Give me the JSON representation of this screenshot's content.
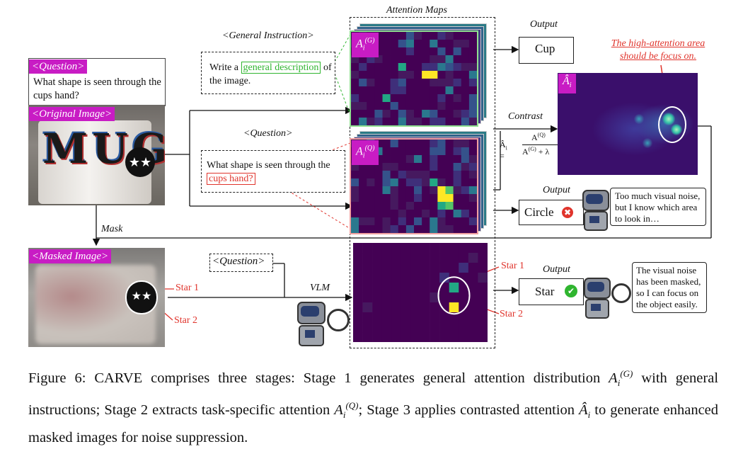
{
  "header": {
    "attention_maps": "Attention Maps"
  },
  "left": {
    "question_tag": "<Question>",
    "question_text": "What shape is seen through the cups hand?",
    "original_tag": "<Original Image>",
    "mug_letters": "MUG",
    "mask_label": "Mask",
    "masked_tag": "<Masked Image>",
    "star1": "Star 1",
    "star2": "Star 2"
  },
  "stage1": {
    "tag": "<General Instruction>",
    "text_before": "Write a",
    "highlight": "general description",
    "text_after": "of the image.",
    "map_label": "A",
    "map_sup": "(G)",
    "map_sub": "i"
  },
  "stage2": {
    "tag": "<Question>",
    "text_before": "What shape is seen through the",
    "highlight": "cups hand?",
    "map_label": "A",
    "map_sup": "(Q)",
    "map_sub": "i"
  },
  "stage3": {
    "question_tag": "<Question>",
    "vlm_label": "VLM",
    "star1": "Star 1",
    "star2": "Star 2"
  },
  "outputs": {
    "output_label": "Output",
    "cup": "Cup",
    "circle": "Circle",
    "star": "Star",
    "contrast": "Contrast"
  },
  "contrast_map": {
    "label": "Â",
    "sub": "i",
    "annotation_line1": "The high-attention area",
    "annotation_line2": "should be focus on."
  },
  "formula": {
    "lhs": "Â",
    "lhs_sub": "i",
    "numerator": "A",
    "num_sup": "(Q)",
    "den": "A",
    "den_sup": "(G)",
    "den_plus": "+ λ"
  },
  "bubbles": {
    "noise": "Too much visual noise, but I know which area to look in…",
    "masked": "The visual noise has been masked, so I can focus on the object easily."
  },
  "caption": {
    "p1": "Figure 6: CARVE comprises three stages: Stage 1 generates general attention distribution",
    "p2": "with general instructions; Stage 2 extracts task-specific attention",
    "p3": "; Stage 3 applies contrasted attention",
    "p4": "to generate enhanced masked images for noise suppression.",
    "a_g": "A",
    "a_g_sup": "(G)",
    "a_q": "A",
    "a_q_sup": "(Q)",
    "a_hat": "Â",
    "sub_i": "i"
  },
  "colors": {
    "magenta": "#c81cc4",
    "red": "#e0342c",
    "green": "#2fb52f",
    "viridis_bg": "#440154"
  }
}
